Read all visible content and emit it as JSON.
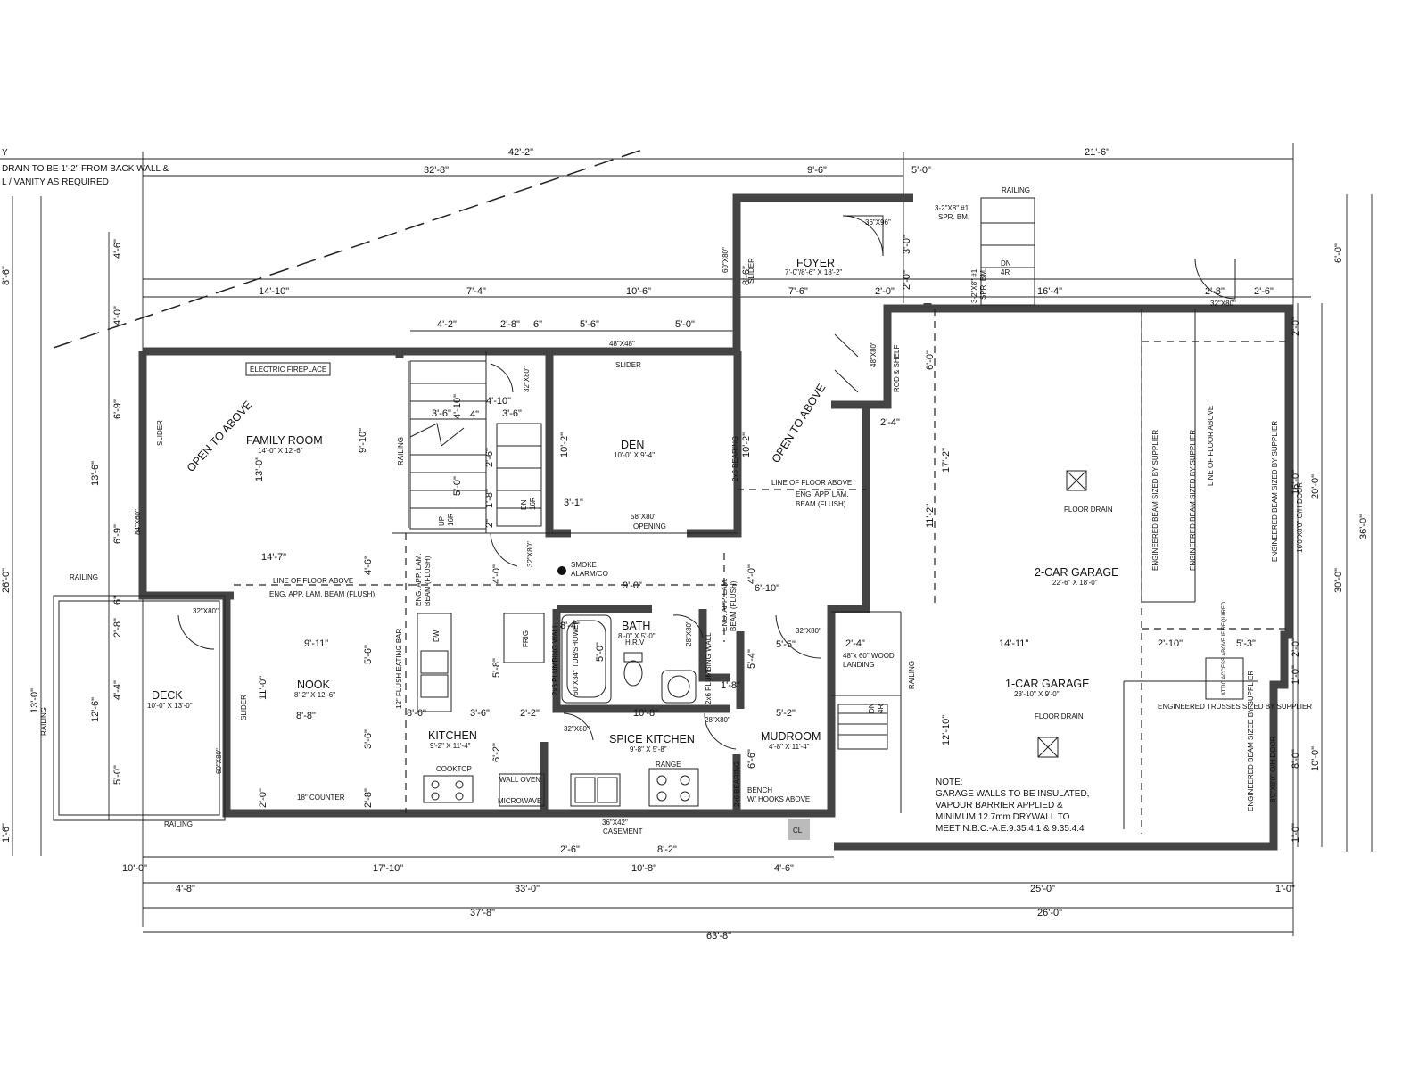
{
  "top_notes": {
    "line1": "Y",
    "line2": "DRAIN TO BE 1'-2\" FROM BACK WALL &",
    "line3": "L / VANITY AS REQUIRED"
  },
  "rooms": {
    "family_room": {
      "name": "FAMILY ROOM",
      "size": "14'-0\" X 12'-6\""
    },
    "den": {
      "name": "DEN",
      "size": "10'-0\" X 9'-4\""
    },
    "foyer": {
      "name": "FOYER",
      "size": "7'-0\"/8'-6\" X 18'-2\""
    },
    "nook": {
      "name": "NOOK",
      "size": "8'-2\" X 12'-6\""
    },
    "kitchen": {
      "name": "KITCHEN",
      "size": "9'-2\" X 11'-4\""
    },
    "spice_kitchen": {
      "name": "SPICE KITCHEN",
      "size": "9'-8\" X 5'-8\""
    },
    "bath": {
      "name": "BATH",
      "size": "8'-0\" X 5'-0\""
    },
    "mudroom": {
      "name": "MUDROOM",
      "size": "4'-8\" X 11'-4\""
    },
    "deck": {
      "name": "DECK",
      "size": "10'-0\" X 13'-0\""
    },
    "garage2": {
      "name": "2-CAR GARAGE",
      "size": "22'-6\" X 18'-0\""
    },
    "garage1": {
      "name": "1-CAR GARAGE",
      "size": "23'-10\" X 9'-0\""
    }
  },
  "labels": {
    "electric_fireplace": "ELECTRIC FIREPLACE",
    "open_to_above": "OPEN TO ABOVE",
    "railing": "RAILING",
    "slider": "SLIDER",
    "line_floor_above": "LINE OF FLOOR ABOVE",
    "eng_beam_flush": "ENG. APP. LAM. BEAM (FLUSH)",
    "eng_beam_a": "ENG. APP. LAM.",
    "eng_beam_b": "BEAM (FLUSH)",
    "smoke_alarm_a": "SMOKE",
    "smoke_alarm_b": "ALARM/CO",
    "opening_58": "58\"X80\"",
    "opening": "OPENING",
    "win_48": "48\"X48\"",
    "door_36x96": "36\"X96\"",
    "door_32x80": "32\"X80\"",
    "door_28x80": "28\"X80\"",
    "door_48x80": "48\"X80\"",
    "win_60x80": "60\"X80\"",
    "slider_84": "84\"X60\"",
    "rod_shelf": "ROD & SHELF",
    "beam_3_2x8_a": "3-2\"X8\" #1",
    "beam_3_2x8_b": "SPR. BM.",
    "dn_4r": "4R",
    "dn": "DN",
    "up": "UP",
    "r16": "16R",
    "floor_drain": "FLOOR DRAIN",
    "frig": "FRIG",
    "dw": "DW",
    "hrv": "H.R.V",
    "tub": "60\"X34\" TUB/SHOWER",
    "plumbing_wall": "2x6 PLUMBING WALL",
    "bearing_2x6": "2x6 BEARING",
    "flush_bar": "12\" FLUSH EATING BAR",
    "counter_18": "18\" COUNTER",
    "cooktop": "COOKTOP",
    "wall_oven": "WALL OVEN",
    "microwave": "MICROWAVE",
    "range": "RANGE",
    "casement_a": "36\"X42\"",
    "casement_b": "CASEMENT",
    "bench_a": "BENCH",
    "bench_b": "W/ HOOKS ABOVE",
    "landing_a": "48\"x 60\" WOOD",
    "landing_b": "LANDING",
    "cl": "CL",
    "eng_trusses": "ENGINEERED TRUSSES SIZED BY SUPPLIER",
    "eng_beam_supplier": "ENGINEERED BEAM SIZED BY SUPPLIER",
    "attic_access": "ATTIC ACCESS ABOVE IF REQUIRED",
    "oh_door_16": "16'0\"X8'0\" O/H DOOR",
    "oh_door_8": "8'0\"X8'0\" O/H DOOR"
  },
  "garage_note": [
    "NOTE:",
    "GARAGE WALLS TO BE INSULATED,",
    "VAPOUR BARRIER APPLIED &",
    "MINIMUM 12.7mm DRYWALL TO",
    "MEET N.B.C.-A.E.9.35.4.1 & 9.35.4.4"
  ],
  "dimensions": {
    "top_total": "42'-2\"",
    "top_garage": "21'-6\"",
    "top_32_8": "32'-8\"",
    "top_9_6": "9'-6\"",
    "top_5_0": "5'-0\"",
    "r2_14_10": "14'-10\"",
    "r2_7_4": "7'-4\"",
    "r2_10_6": "10'-6\"",
    "r2_7_6": "7'-6\"",
    "r2_2_0": "2'-0\"",
    "r2_16_4": "16'-4\"",
    "r2_2_8": "2'-8\"",
    "r2_2_6": "2'-6\"",
    "r3_4_2": "4'-2\"",
    "r3_2_8": "2'-8\"",
    "r3_6": "6\"",
    "r3_5_6": "5'-6\"",
    "r3_5_0": "5'-0\"",
    "left_4_6": "4'-6\"",
    "left_4_0": "4'-0\"",
    "left_6_9a": "6'-9\"",
    "left_13_6": "13'-6\"",
    "left_6_9b": "6'-9\"",
    "left_6": "6\"",
    "left_2_8": "2'-8\"",
    "left_4_4": "4'-4\"",
    "left_12_6": "12'-6\"",
    "left_5_0": "5'-0\"",
    "left_13_0": "13'-0\"",
    "left_26_0": "26'-0\"",
    "left_8_6": "8'-6\"",
    "left_1_6": "1'-6\"",
    "right_6_0": "6'-0\"",
    "right_36_0": "36'-0\"",
    "right_30_0": "30'-0\"",
    "right_20_0": "20'-0\"",
    "right_16_0": "16'-0\"",
    "right_2_0a": "2'-0\"",
    "right_2_0b": "2'-0\"",
    "right_1_0a": "1'-0\"",
    "right_8_0": "8'-0\"",
    "right_10_0": "10'-0\"",
    "right_1_0b": "1'-0\"",
    "fr_13_0": "13'-0\"",
    "fr_9_10": "9'-10\"",
    "fr_14_7": "14'-7\"",
    "st_3_6": "3'-6\"",
    "st_4_10a": "4'-10\"",
    "st_4_10b": "4'-10\"",
    "st_4": "4\"",
    "st_3_6b": "3'-6\"",
    "st_2_6": "2'-6\"",
    "st_5_0": "5'-0\"",
    "st_1_8": "1'-8\"",
    "st_2": "2\"",
    "den_10_2": "10'-2\"",
    "den_3_1": "3'-1\"",
    "foy_8_6": "8'-6\"",
    "foy_3_0": "3'-0\"",
    "foy_2_0": "2'-0\"",
    "foy_10_2": "10'-2\"",
    "foy_6_0": "6'-0\"",
    "foy_2_4": "2'-4\"",
    "h_4_0": "4'-0\"",
    "h_9_0": "9'-0\"",
    "h_4_0b": "4'-0\"",
    "h_6_10": "6'-10\"",
    "nk_4_6": "4'-6\"",
    "nk_9_11": "9'-11\"",
    "nk_11_0": "11'-0\"",
    "nk_5_6": "5'-6\"",
    "nk_8_8": "8'-8\"",
    "nk_3_6": "3'-6\"",
    "nk_2_8": "2'-8\"",
    "nk_2_0": "2'-0\"",
    "kt_8_6": "8'-6\"",
    "kt_3_6": "3'-6\"",
    "kt_2_2": "2'-2\"",
    "kt_5_8": "5'-8\"",
    "kt_6_2": "6'-2\"",
    "kt_8_4": "8'-4\"",
    "bt_5_0": "5'-0\"",
    "bt_10_8": "10'-8\"",
    "md_5_5": "5'-5\"",
    "md_5_4": "5'-4\"",
    "md_1_8": "1'-8\"",
    "md_5_2": "5'-2\"",
    "md_6_6": "6'-6\"",
    "gr_17_2": "17'-2\"",
    "gr_11_2": "11'-2\"",
    "gr_14_11": "14'-11\"",
    "gr_12_10": "12'-10\"",
    "gr_2_10": "2'-10\"",
    "gr_5_3": "5'-3\"",
    "gr_2_4": "2'-4\"",
    "b1_10_0": "10'-0\"",
    "b1_17_10": "17'-10\"",
    "b1_2_6": "2'-6\"",
    "b1_8_2": "8'-2\"",
    "b1_10_8": "10'-8\"",
    "b1_4_6": "4'-6\"",
    "b2_4_8": "4'-8\"",
    "b2_33_0": "33'-0\"",
    "b2_25_0": "25'-0\"",
    "b2_1_0": "1'-0\"",
    "b3_37_8": "37'-8\"",
    "b3_26_0": "26'-0\"",
    "b4_63_8": "63'-8\""
  }
}
